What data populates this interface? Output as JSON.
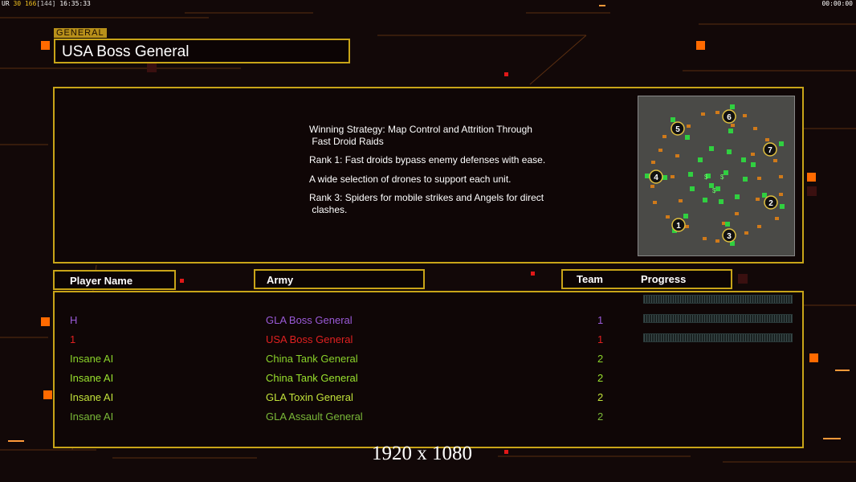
{
  "hud": {
    "left_prefix": "UR",
    "left_fps": "30",
    "left_frame": "166",
    "left_bracket": "[144]",
    "left_time": "16:35:33",
    "right_time": "00:00:00"
  },
  "general_tag": "GENERAL",
  "general_name": "USA Boss General",
  "strategy_lines": [
    "Winning Strategy: Map Control and Attrition Through\n Fast Droid Raids",
    "Rank 1: Fast droids bypass enemy defenses with ease.",
    "A wide selection of drones to support each unit.",
    "Rank 3: Spiders for mobile strikes and Angels for direct\n clashes."
  ],
  "minimap": {
    "start_positions": [
      "1",
      "2",
      "3",
      "4",
      "5",
      "6",
      "7"
    ],
    "supply_symbol": "$"
  },
  "headers": {
    "player_name": "Player Name",
    "army": "Army",
    "team": "Team",
    "progress": "Progress"
  },
  "players": [
    {
      "name": "H",
      "army": "GLA Boss General",
      "team": "1",
      "color": "#9a5ad8"
    },
    {
      "name": "1",
      "army": "USA Boss General",
      "team": "1",
      "color": "#e02020"
    },
    {
      "name": "Insane AI",
      "army": "China Tank General",
      "team": "2",
      "color": "#8ad22a"
    },
    {
      "name": "Insane AI",
      "army": "China Tank General",
      "team": "2",
      "color": "#9ae22e"
    },
    {
      "name": "Insane AI",
      "army": "GLA Toxin General",
      "team": "2",
      "color": "#c2e23a"
    },
    {
      "name": "Insane AI",
      "army": "GLA Assault General",
      "team": "2",
      "color": "#7ab838"
    }
  ],
  "resolution_label": "1920 x 1080",
  "colors": {
    "frame_gold": "#c8a418",
    "background": "#120808",
    "accent_orange": "#ff6a00"
  }
}
